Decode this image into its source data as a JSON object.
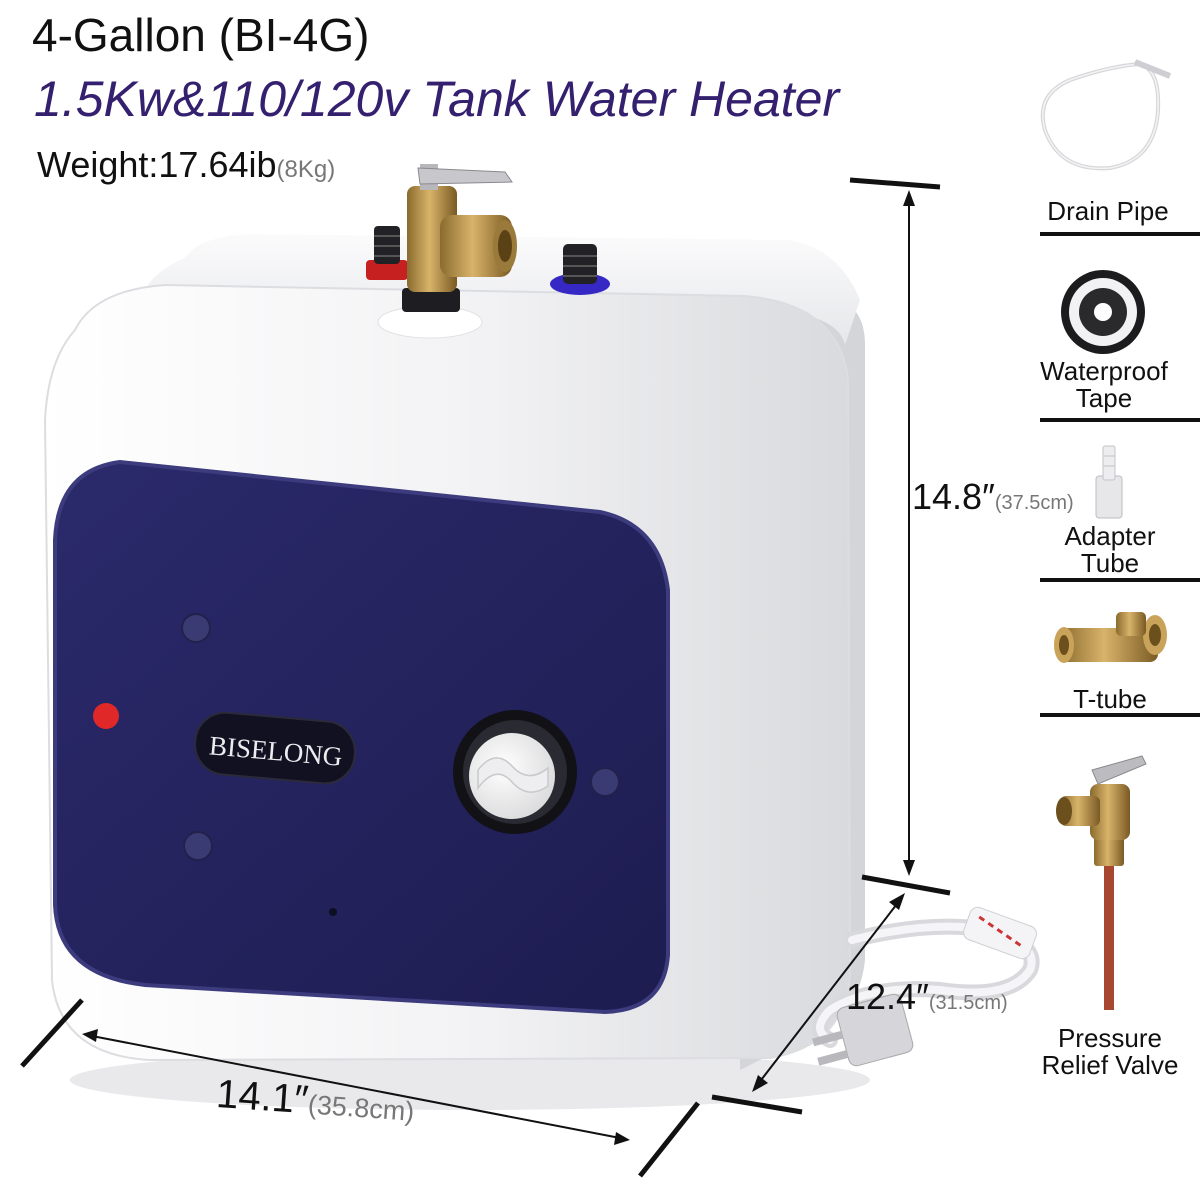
{
  "header": {
    "title": "4-Gallon (BI-4G)",
    "subtitle": "1.5Kw&110/120v Tank Water Heater",
    "weight_label": "Weight:17.64ib",
    "weight_metric": "(8Kg)"
  },
  "product": {
    "brand": "BISELONG",
    "panel_color": "#24235e",
    "body_color": "#f4f4f6"
  },
  "dimensions": {
    "height": {
      "value": "14.8″",
      "metric": "(37.5cm)"
    },
    "depth": {
      "value": "12.4″",
      "metric": "(31.5cm)"
    },
    "width": {
      "value": "14.1″",
      "metric": "(35.8cm)"
    }
  },
  "accessories": [
    {
      "label_line1": "Drain Pipe",
      "label_line2": ""
    },
    {
      "label_line1": "Waterproof",
      "label_line2": "Tape"
    },
    {
      "label_line1": "Adapter",
      "label_line2": "Tube"
    },
    {
      "label_line1": "T-tube",
      "label_line2": ""
    },
    {
      "label_line1": "Pressure",
      "label_line2": "Relief Valve"
    }
  ]
}
